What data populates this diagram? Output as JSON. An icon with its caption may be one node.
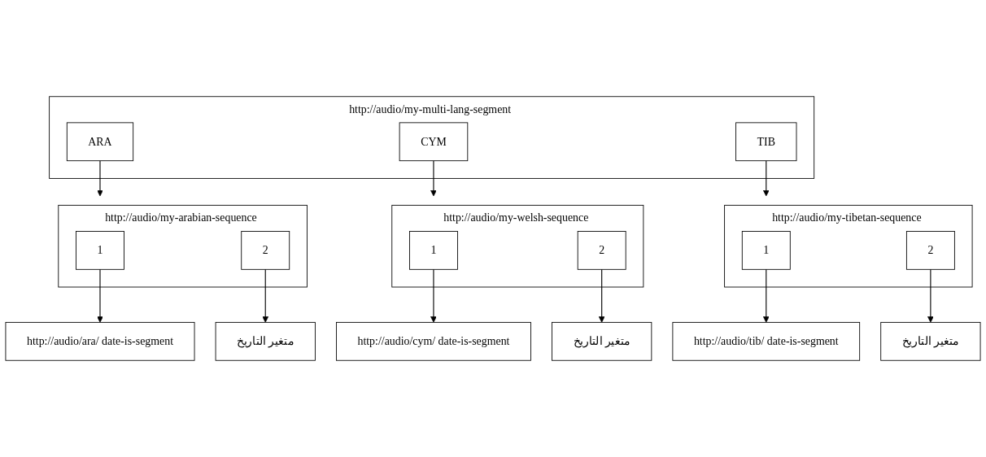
{
  "diagram": {
    "nodes": [
      {
        "text": [
          "http://audio/my-multi-lang-segment"
        ]
      },
      {
        "text": [
          "ARA"
        ],
        "in": 0
      },
      {
        "text": [
          "CYM"
        ],
        "in": 0
      },
      {
        "text": [
          "TIB"
        ],
        "in": 0
      },
      {
        "text": [
          "http://audio/my-arabian-sequence"
        ]
      },
      {
        "text": [
          "1"
        ],
        "in": 4
      },
      {
        "text": [
          "2"
        ],
        "in": 4
      },
      {
        "text": [
          "http://audio/my-welsh-sequence"
        ]
      },
      {
        "text": [
          "1"
        ],
        "in": 7
      },
      {
        "text": [
          "2"
        ],
        "in": 7
      },
      {
        "text": [
          "http://audio/my-tibetan-sequence"
        ]
      },
      {
        "text": [
          "1"
        ],
        "in": 10
      },
      {
        "text": [
          "2"
        ],
        "in": 10
      },
      {
        "text": [
          "http://audio/ara/ date-is-segment"
        ]
      },
      {
        "text": [
          "متغير التاريخ"
        ]
      },
      {
        "text": [
          "http://audio/cym/ date-is-segment"
        ]
      },
      {
        "text": [
          "متغير التاريخ"
        ]
      },
      {
        "text": [
          "http://audio/tib/ date-is-segment"
        ]
      },
      {
        "text": [
          "متغير التاريخ"
        ]
      }
    ],
    "edges": [
      {
        "from": 1,
        "to": 4,
        "arrow": "to"
      },
      {
        "from": 2,
        "to": 7,
        "arrow": "to"
      },
      {
        "from": 3,
        "to": 10,
        "arrow": "to"
      },
      {
        "from": 5,
        "to": 13,
        "arrow": "to"
      },
      {
        "from": 6,
        "to": 14,
        "arrow": "to"
      },
      {
        "from": 8,
        "to": 15,
        "arrow": "to"
      },
      {
        "from": 9,
        "to": 16,
        "arrow": "to"
      },
      {
        "from": 11,
        "to": 17,
        "arrow": "to"
      },
      {
        "from": 12,
        "to": 18,
        "arrow": "to"
      }
    ]
  }
}
